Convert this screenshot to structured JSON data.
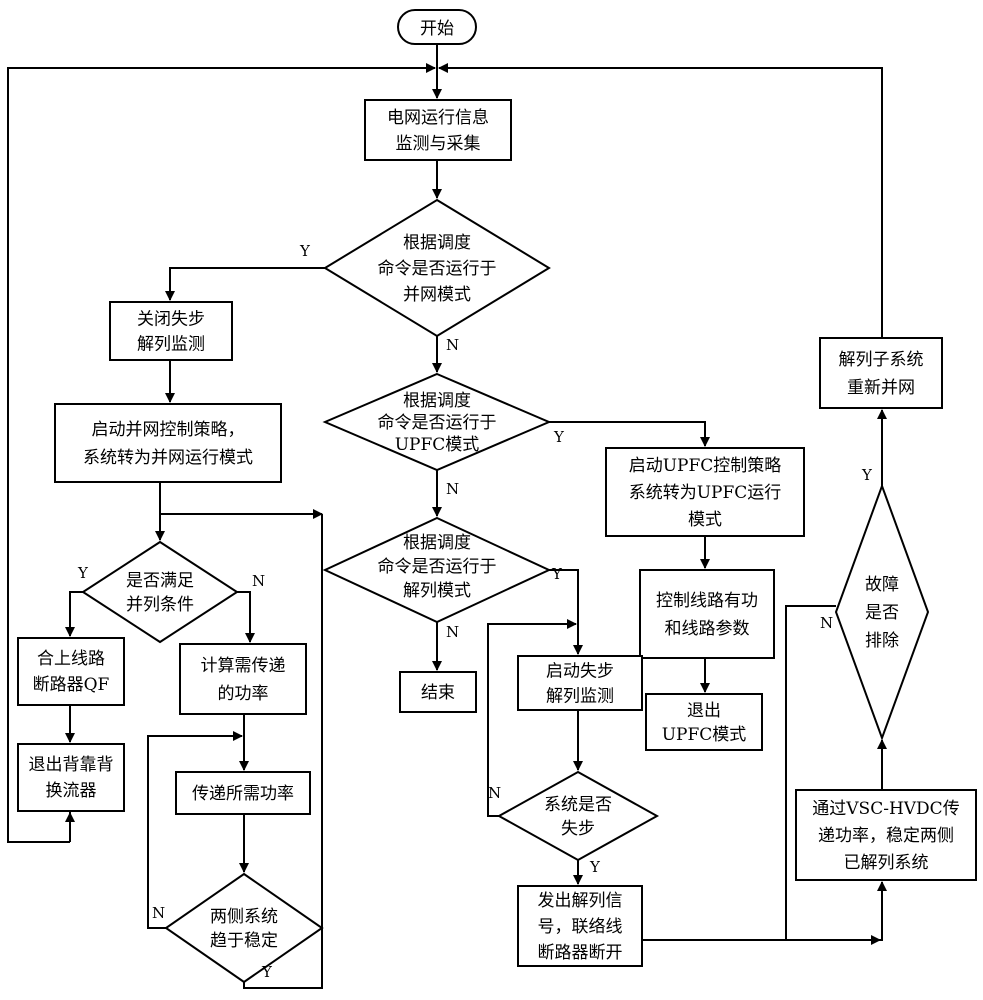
{
  "nodes": {
    "start": [
      "开始"
    ],
    "monitor": [
      "电网运行信息",
      "监测与采集"
    ],
    "decision_grid": [
      "根据调度",
      "命令是否运行于",
      "并网模式"
    ],
    "close_monitor": [
      "关闭失步",
      "解列监测"
    ],
    "start_grid_ctrl": [
      "启动并网控制策略，",
      "系统转为并网运行模式"
    ],
    "decision_parallel": [
      "是否满足",
      "并列条件"
    ],
    "close_breaker": [
      "合上线路",
      "断路器QF"
    ],
    "exit_b2b": [
      "退出背靠背",
      "换流器"
    ],
    "calc_power": [
      "计算需传递",
      "的功率"
    ],
    "transfer_power": [
      "传递所需功率"
    ],
    "decision_stable": [
      "两侧系统",
      "趋于稳定"
    ],
    "decision_upfc": [
      "根据调度",
      "命令是否运行于",
      "UPFC模式"
    ],
    "decision_split": [
      "根据调度",
      "命令是否运行于",
      "解列模式"
    ],
    "end": [
      "结束"
    ],
    "start_upfc": [
      "启动UPFC控制策略",
      "系统转为UPFC运行",
      "模式"
    ],
    "ctrl_line": [
      "控制线路有功",
      "和线路参数"
    ],
    "exit_upfc": [
      "退出",
      "UPFC模式"
    ],
    "start_oos": [
      "启动失步",
      "解列监测"
    ],
    "decision_oos": [
      "系统是否",
      "失步"
    ],
    "send_split": [
      "发出解列信",
      "号，联络线",
      "断路器断开"
    ],
    "vsc_hvdc": [
      "通过VSC-HVDC传",
      "递功率，稳定两侧",
      "已解列系统"
    ],
    "decision_fault": [
      "故障",
      "是否",
      "排除"
    ],
    "resync": [
      "解列子系统",
      "重新并网"
    ]
  },
  "edge_labels": {
    "grid_yes": "Y",
    "grid_no": "N",
    "upfc_yes": "Y",
    "upfc_no": "N",
    "split_yes": "Y",
    "split_no": "N",
    "parallel_yes": "Y",
    "parallel_no": "N",
    "stable_no": "N",
    "stable_yes": "Y",
    "oos_no": "N",
    "oos_yes": "Y",
    "fault_yes": "Y",
    "fault_no": "N"
  }
}
